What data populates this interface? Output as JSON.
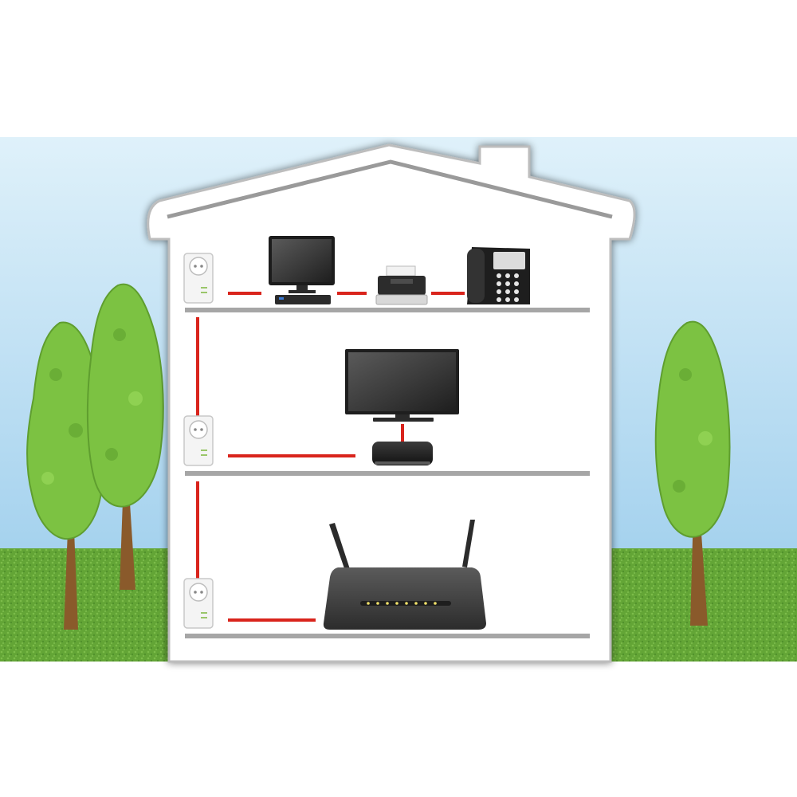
{
  "scene": {
    "type": "powerline-network-house",
    "floors": [
      {
        "level": "top",
        "devices": [
          "powerline-adapter",
          "desktop-computer",
          "printer",
          "desk-phone"
        ]
      },
      {
        "level": "middle",
        "devices": [
          "powerline-adapter",
          "flat-screen-tv",
          "media-streaming-box"
        ]
      },
      {
        "level": "ground",
        "devices": [
          "powerline-adapter",
          "wireless-router"
        ]
      }
    ],
    "icons": [
      "tree-icon",
      "house-icon",
      "power-socket-icon",
      "monitor-icon",
      "printer-icon",
      "telephone-icon",
      "tv-icon",
      "media-box-icon",
      "router-icon"
    ],
    "colors": {
      "sky_top": "#d8eef8",
      "sky_bottom": "#a9d4ef",
      "grass": "#66a83a",
      "house": "#ffffff",
      "house_outline": "#8a8a8a",
      "floor_line": "#a6a6a6",
      "cable": "#d9241c",
      "foliage": "#7cc242",
      "trunk": "#8a5a2b",
      "device_dark": "#2b2b2b"
    }
  }
}
